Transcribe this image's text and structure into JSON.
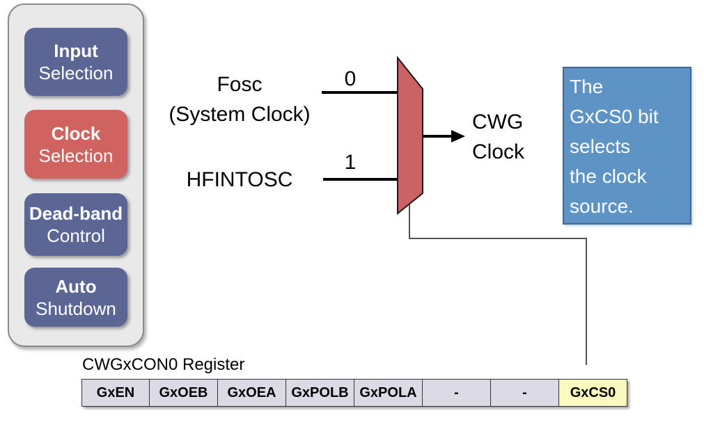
{
  "sidebar": {
    "items": [
      {
        "line1": "Input",
        "line2": "Selection",
        "active": false
      },
      {
        "line1": "Clock",
        "line2": "Selection",
        "active": true
      },
      {
        "line1": "Dead-band",
        "line2": "Control",
        "active": false
      },
      {
        "line1": "Auto",
        "line2": "Shutdown",
        "active": false
      }
    ]
  },
  "diagram": {
    "mux_inputs": [
      {
        "label_line1": "Fosc",
        "label_line2": "(System Clock)",
        "select_value": "0"
      },
      {
        "label_line1": "HFINTOSC",
        "label_line2": "",
        "select_value": "1"
      }
    ],
    "output": {
      "line1": "CWG",
      "line2": "Clock"
    }
  },
  "note": {
    "full_text": "The GxCS0 bit selects the clock source.",
    "lines": [
      "The",
      "GxCS0 bit",
      "selects",
      "the clock",
      "source."
    ]
  },
  "register": {
    "title": "CWGxCON0 Register",
    "bits": [
      "GxEN",
      "GxOEB",
      "GxOEA",
      "GxPOLB",
      "GxPOLA",
      "-",
      "-",
      "GxCS0"
    ],
    "highlighted_bit": "GxCS0"
  },
  "colors": {
    "sidebar_button_blue": "#5c6695",
    "sidebar_button_active_red": "#d0625f",
    "mux_fill": "#cb6366",
    "note_background": "#5e93c5",
    "note_border": "#3a6a9c",
    "register_cell_background": "#dcdbe5",
    "register_highlight_background": "#fafabe",
    "panel_background": "#e9e9e9"
  }
}
